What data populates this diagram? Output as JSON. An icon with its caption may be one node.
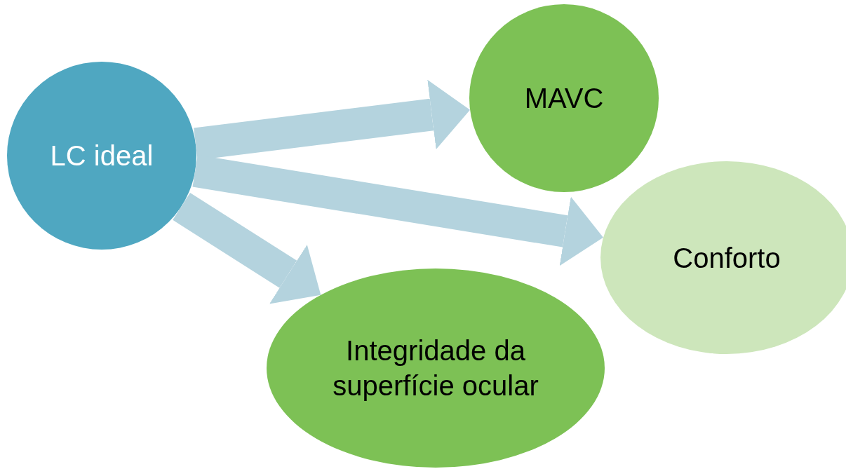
{
  "diagram": {
    "nodes": [
      {
        "text": [
          "LC ideal"
        ]
      },
      {
        "text": [
          "MAVC"
        ]
      },
      {
        "text": [
          "Conforto"
        ]
      },
      {
        "text": [
          "Integridade da superfície ocular"
        ]
      }
    ],
    "edges": [
      {
        "from": 0,
        "to": 1,
        "arrow": "to"
      },
      {
        "from": 0,
        "to": 2,
        "arrow": "to"
      },
      {
        "from": 0,
        "to": 3,
        "arrow": "to"
      }
    ]
  }
}
